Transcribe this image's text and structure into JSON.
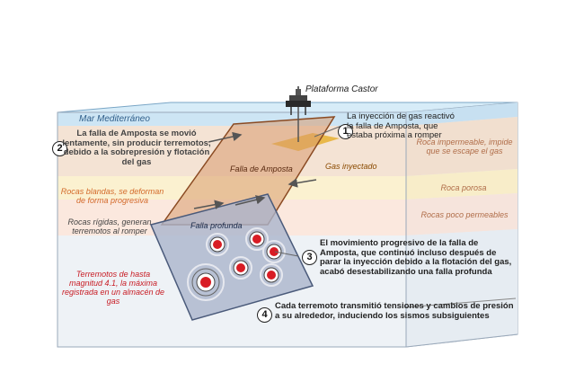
{
  "platform_label": "Plataforma Castor",
  "sea_label": "Mar Mediterráneo",
  "fault_amposta_label": "Falla de Amposta",
  "fault_deep_label": "Falla profunda",
  "gas_label": "Gas inyectado",
  "layers": {
    "impermeable": "Roca impermeable, impide que se escape el gas",
    "porous": "Roca porosa",
    "low_perm": "Rocas poco permeables",
    "soft": "Rocas blandas, se deforman de forma progresiva",
    "rigid": "Rocas rígidas, generan terremotos al romper",
    "quakes": "Terremotos de hasta magnitud 4.1, la máxima registrada en un almacén de gas"
  },
  "steps": [
    {
      "num": "1",
      "text": "La inyección de gas reactivó la falla de Amposta, que estaba próxima a romper"
    },
    {
      "num": "2",
      "text": "La falla de Amposta se movió lentamente, sin producir terremotos, debido a la sobrepresión y flotación del gas"
    },
    {
      "num": "3",
      "text": "El movimiento progresivo de la falla de Amposta, que continuó incluso después de parar la inyección debido a la flotación del gas, acabó desestabilizando una falla profunda"
    },
    {
      "num": "4",
      "text": "Cada terremoto transmitió tensiones y cambios de presión a su alrededor, induciendo los sismos subsiguientes"
    }
  ],
  "colors": {
    "sea": "#cde5f4",
    "impermeable": "#f4e3d4",
    "porous": "#fbf1d0",
    "low_perm": "#fbe8de",
    "rigid": "#eef2f6",
    "fault_plane": "#d89a6e",
    "deep_fault": "#aab4cc",
    "gas": "#e8b23a",
    "quake": "#d81c24"
  }
}
